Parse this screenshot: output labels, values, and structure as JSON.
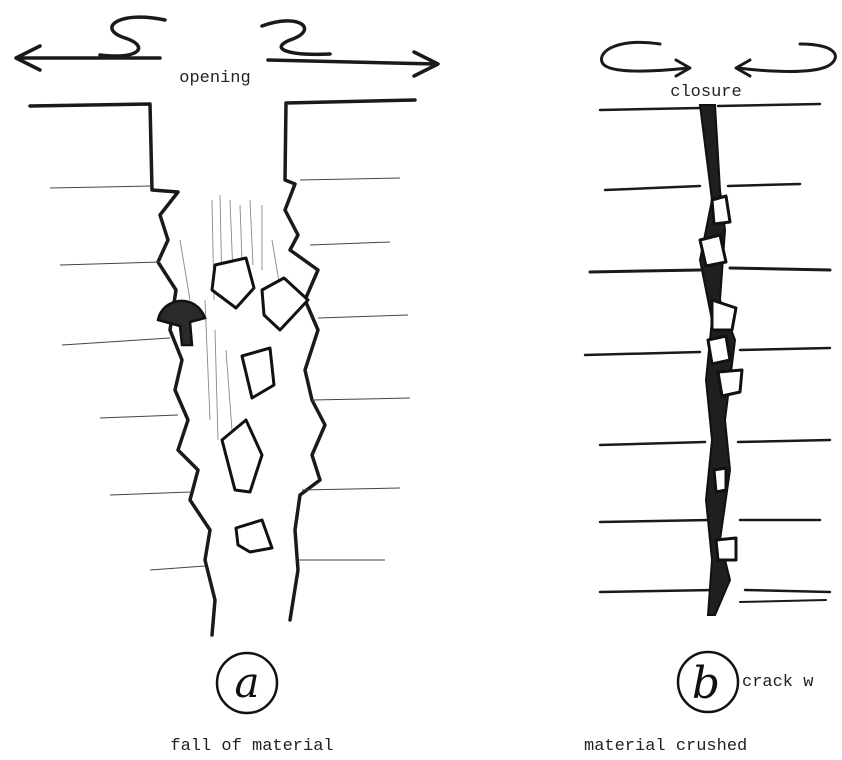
{
  "panel_a": {
    "top_label": "opening",
    "panel_letter": "a",
    "caption": "fall of material"
  },
  "panel_b": {
    "top_label": "closure",
    "panel_letter": "b",
    "side_label": "crack w",
    "caption": "material crushed"
  },
  "icons": [
    "arrow-left-icon",
    "arrow-right-icon",
    "rotation-arrow-icon",
    "circle-letter-icon",
    "rock-fragment-icon"
  ]
}
